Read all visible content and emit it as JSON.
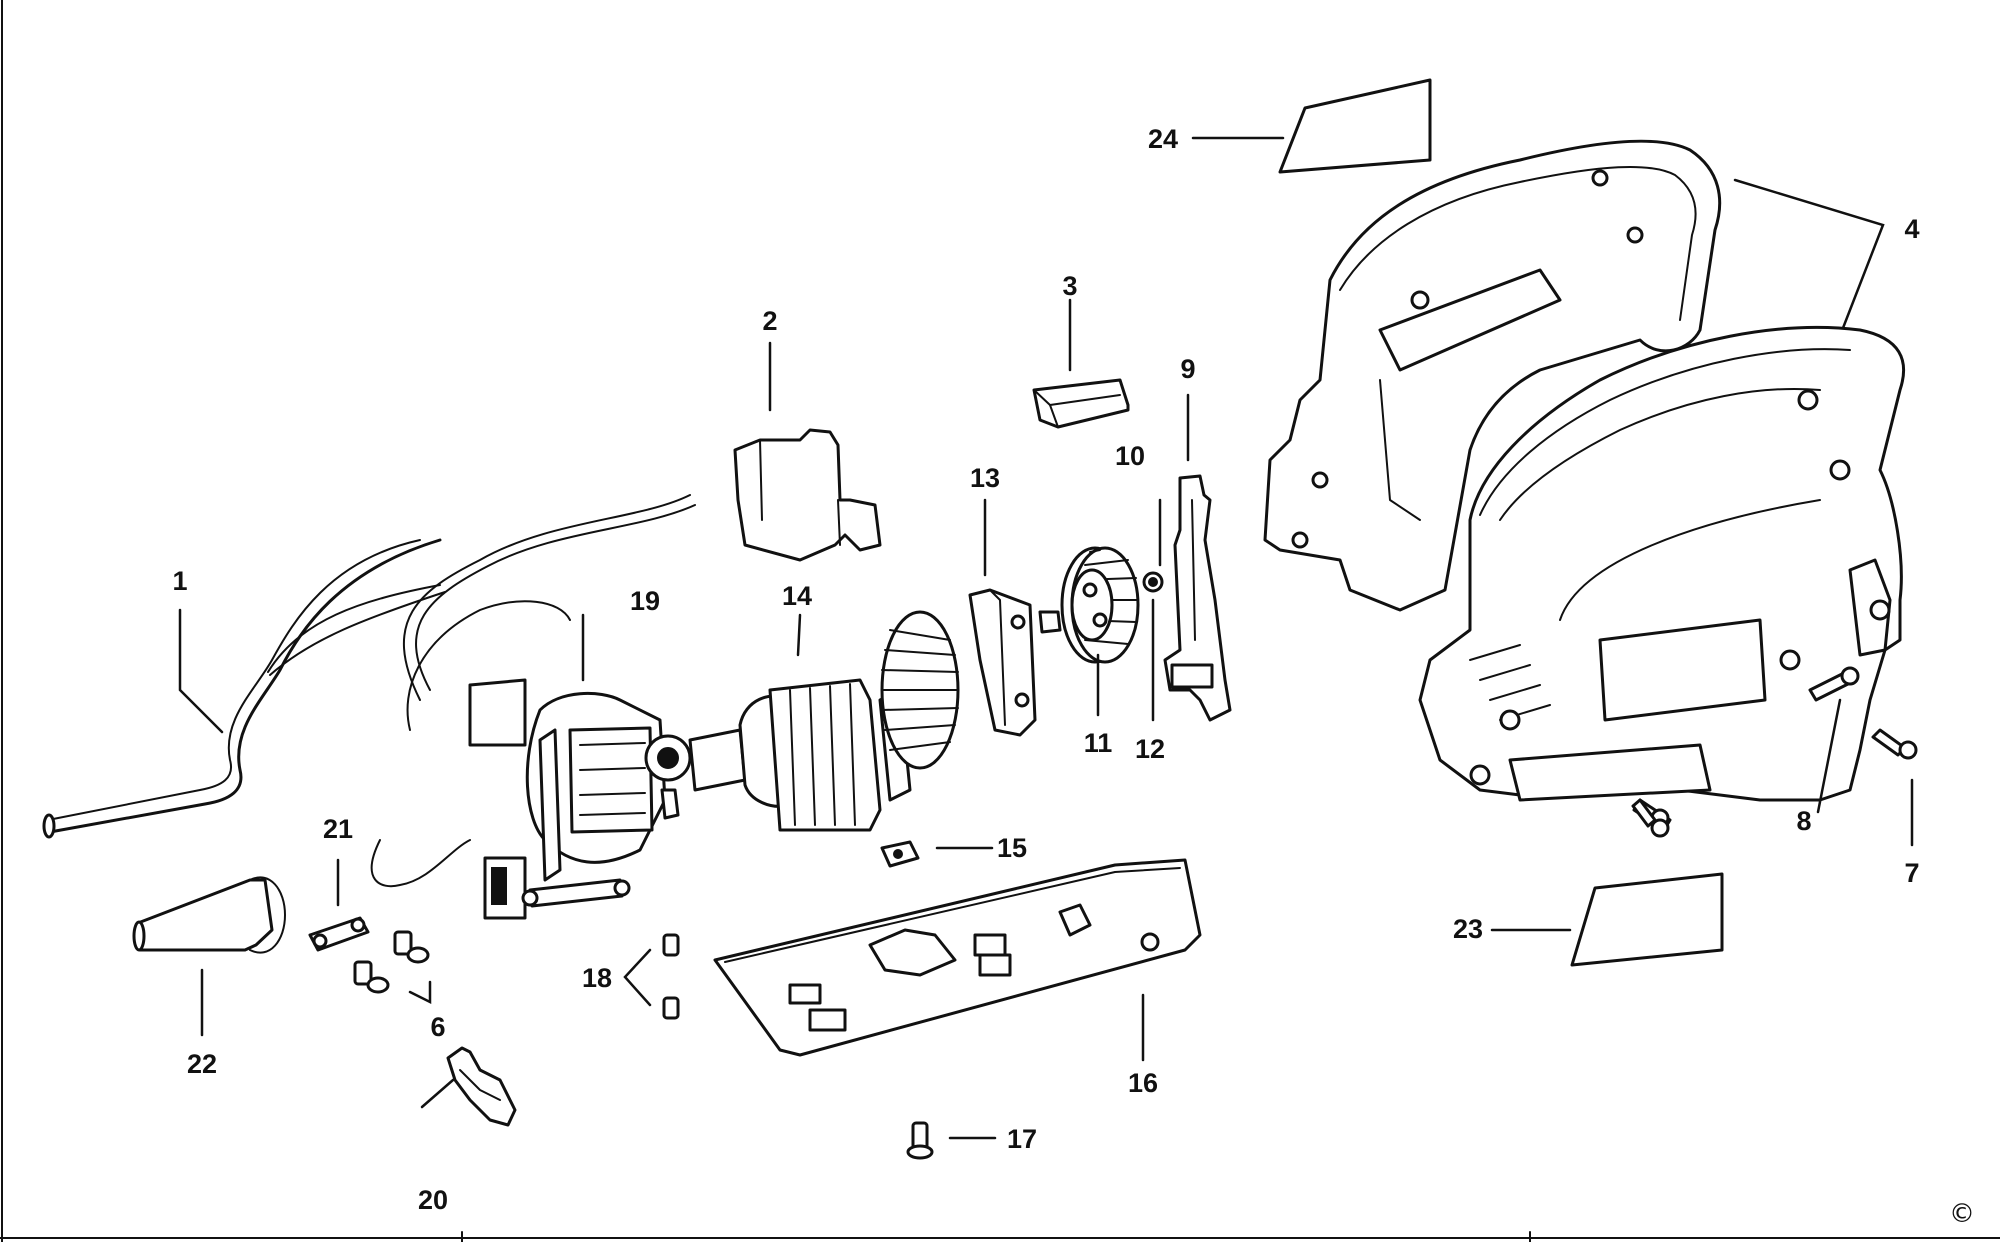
{
  "callouts": {
    "c1": "1",
    "c2": "2",
    "c3": "3",
    "c4": "4",
    "c6": "6",
    "c7": "7",
    "c8": "8",
    "c9": "9",
    "c10": "10",
    "c11": "11",
    "c12": "12",
    "c13": "13",
    "c14": "14",
    "c15": "15",
    "c16": "16",
    "c17": "17",
    "c18": "18",
    "c19": "19",
    "c20": "20",
    "c21": "21",
    "c22": "22",
    "c23": "23",
    "c24": "24"
  },
  "copyright_mark": "©"
}
